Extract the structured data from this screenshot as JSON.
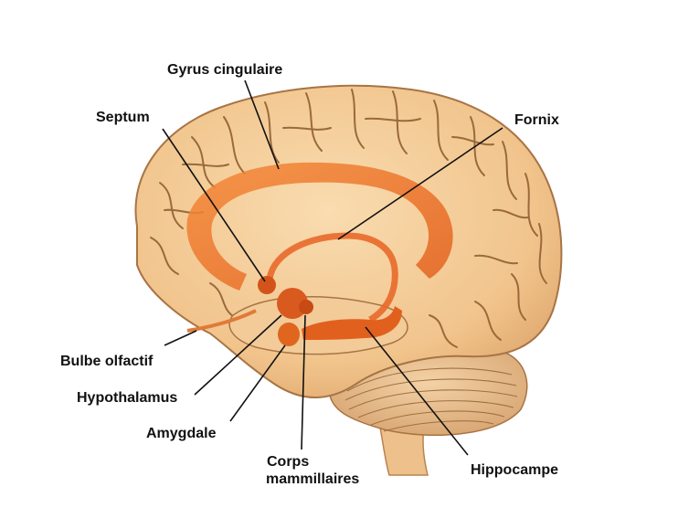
{
  "diagram": {
    "labels": {
      "gyrus_cingulaire": "Gyrus cingulaire",
      "septum": "Septum",
      "fornix": "Fornix",
      "bulbe_olfactif": "Bulbe olfactif",
      "hypothalamus": "Hypothalamus",
      "amygdale": "Amygdale",
      "corps_line1": "Corps",
      "corps_line2": "mammillaires",
      "hippocampe": "Hippocampe"
    },
    "colors": {
      "brain": "#f3c994",
      "brain_shade": "#d9a066",
      "sulcus": "#9a6a3a",
      "limbic": "#f07a2a",
      "limbic_dark": "#d2541a",
      "leader_line": "#111111"
    }
  }
}
